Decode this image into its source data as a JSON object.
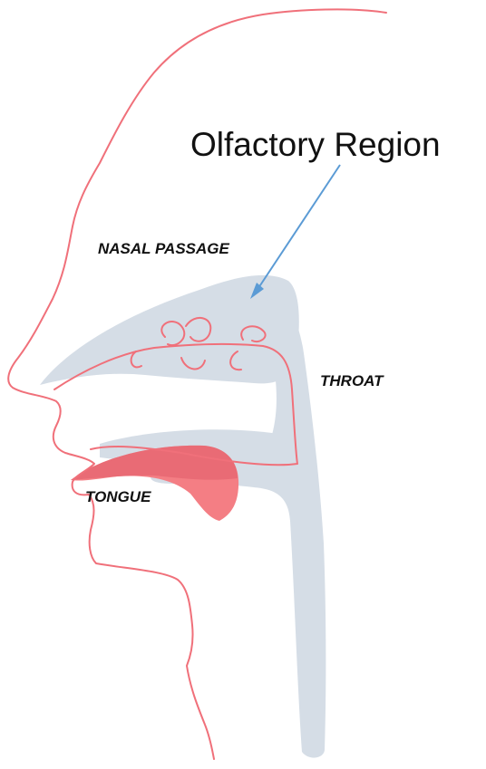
{
  "labels": {
    "olfactory_region": "Olfactory Region",
    "nasal_passage": "NASAL PASSAGE",
    "throat": "THROAT",
    "tongue": "TONGUE"
  },
  "colors": {
    "outline": "#f0707a",
    "cavity": "#d5dde6",
    "tongue_fill": "#f47e84",
    "tongue_dark": "#e56670",
    "arrow": "#5b9bd5",
    "text": "#111111"
  }
}
